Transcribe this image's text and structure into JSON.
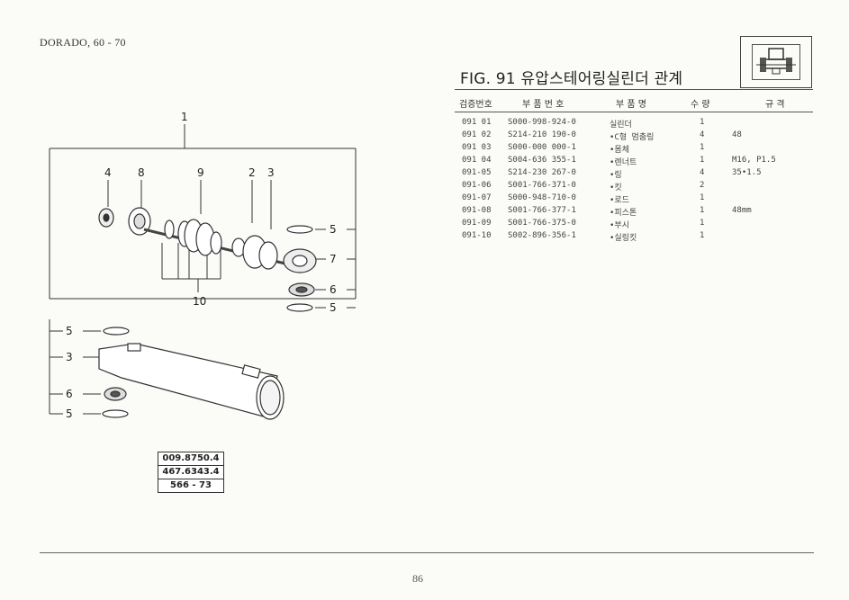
{
  "header": {
    "model": "DORADO, 60 - 70"
  },
  "figure": {
    "title": "FIG. 91 유압스테어링실린더 관계"
  },
  "table": {
    "columns": [
      "검증번호",
      "부 품 번 호",
      "부 품 명",
      "수 량",
      "규 격"
    ],
    "rows": [
      {
        "ref": "091 01",
        "part": "S000-998-924-0",
        "name": "실린더",
        "qty": "1",
        "spec": ""
      },
      {
        "ref": "091 02",
        "part": "S214-210 190-0",
        "name": "•C형 멈춤링",
        "qty": "4",
        "spec": "48"
      },
      {
        "ref": "091 03",
        "part": "S000-000 000-1",
        "name": "•몸체",
        "qty": "1",
        "spec": ""
      },
      {
        "ref": "091 04",
        "part": "S004-636 355-1",
        "name": "•렌너트",
        "qty": "1",
        "spec": "M16, P1.5"
      },
      {
        "ref": "091-05",
        "part": "S214-230 267-0",
        "name": "•링",
        "qty": "4",
        "spec": "35•1.5"
      },
      {
        "ref": "091-06",
        "part": "S001-766-371-0",
        "name": "•킷",
        "qty": "2",
        "spec": ""
      },
      {
        "ref": "091-07",
        "part": "S000-948-710-0",
        "name": "•로드",
        "qty": "1",
        "spec": ""
      },
      {
        "ref": "091-08",
        "part": "S001-766-377-1",
        "name": "•피스톤",
        "qty": "1",
        "spec": "48mm"
      },
      {
        "ref": "091-09",
        "part": "S001-766-375-0",
        "name": "•부시",
        "qty": "1",
        "spec": ""
      },
      {
        "ref": "091-10",
        "part": "S002-896-356-1",
        "name": "•실링킷",
        "qty": "1",
        "spec": ""
      }
    ]
  },
  "diagram": {
    "callouts": {
      "c1": "1",
      "c4": "4",
      "c8": "8",
      "c9": "9",
      "c2": "2",
      "c3": "3",
      "r5a": "5",
      "r7": "7",
      "r6": "6",
      "r5b": "5",
      "c10": "10",
      "l5a": "5",
      "l3": "3",
      "l6": "6",
      "l5b": "5"
    }
  },
  "codes": [
    "009.8750.4",
    "467.6343.4",
    "566 - 73"
  ],
  "footer": {
    "page": "86"
  }
}
